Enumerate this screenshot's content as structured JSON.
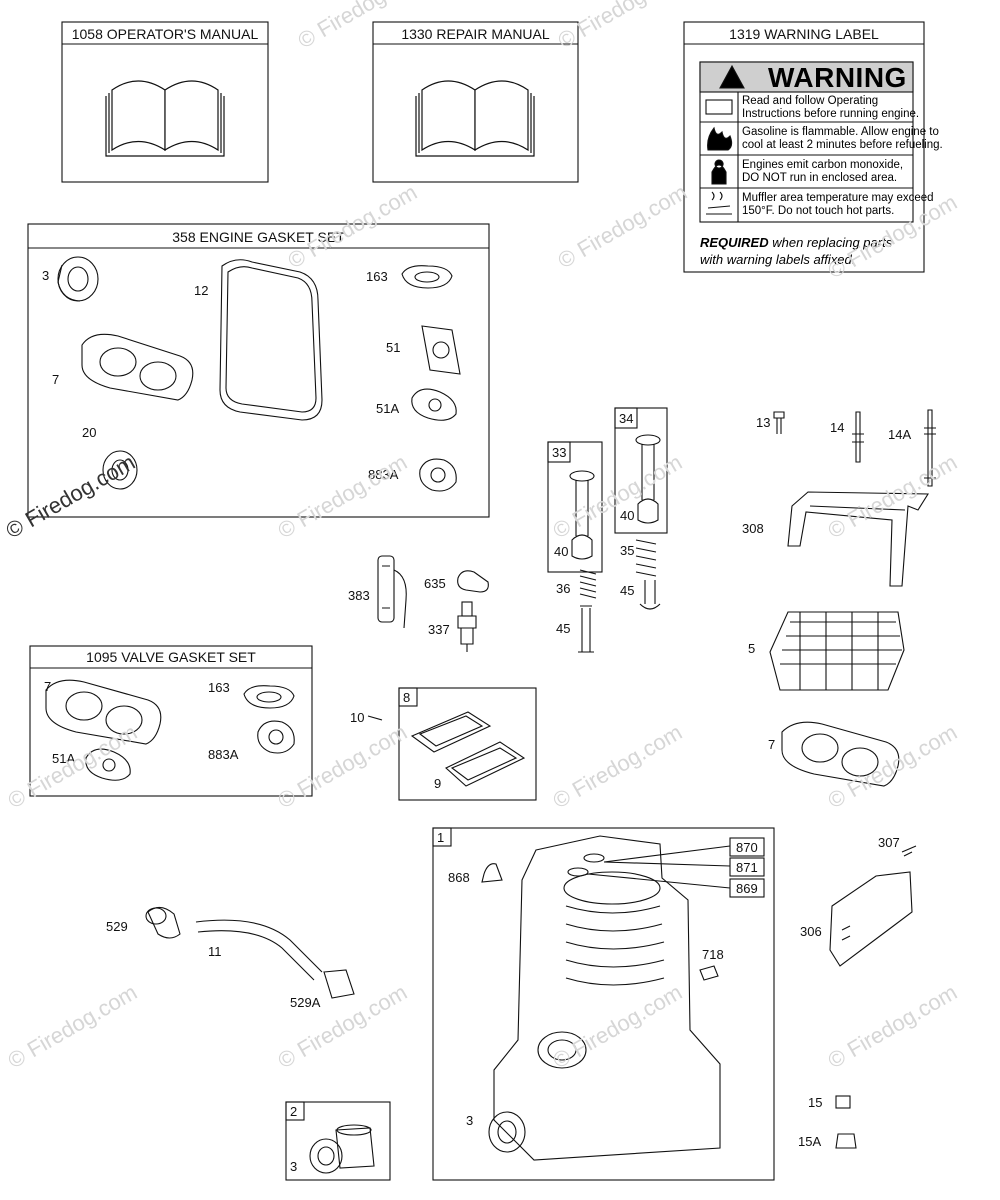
{
  "boxes": {
    "operators_manual": "1058 OPERATOR'S MANUAL",
    "repair_manual": "1330 REPAIR MANUAL",
    "warning_label": "1319 WARNING LABEL",
    "engine_gasket_set": "358 ENGINE GASKET SET",
    "valve_gasket_set": "1095 VALVE GASKET SET",
    "box_33": "33",
    "box_34": "34",
    "box_8": "8",
    "box_1": "1",
    "box_2": "2"
  },
  "warning": {
    "title": "WARNING",
    "line1a": "Read and follow Operating",
    "line1b": "Instructions before running engine.",
    "line2a": "Gasoline is flammable. Allow engine to",
    "line2b": "cool at least 2 minutes before refueling.",
    "line3a": "Engines emit carbon monoxide,",
    "line3b": "DO NOT run in enclosed area.",
    "line4a": "Muffler area temperature may exceed",
    "line4b": "150°F. Do not touch hot parts.",
    "required_bold": "REQUIRED",
    "required_rest": " when replacing parts",
    "required_line2": "with warning labels affixed."
  },
  "callouts": {
    "egs_3": "3",
    "egs_12": "12",
    "egs_163": "163",
    "egs_51": "51",
    "egs_7": "7",
    "egs_51a": "51A",
    "egs_20": "20",
    "egs_883a": "883A",
    "vgs_7": "7",
    "vgs_163": "163",
    "vgs_51a": "51A",
    "vgs_883a": "883A",
    "p383": "383",
    "p635": "635",
    "p337": "337",
    "p10": "10",
    "p9": "9",
    "p40a": "40",
    "p36": "36",
    "p45a": "45",
    "p40b": "40",
    "p35": "35",
    "p45b": "45",
    "p13": "13",
    "p14": "14",
    "p14a": "14A",
    "p308": "308",
    "p5": "5",
    "p7": "7",
    "p870": "870",
    "p871": "871",
    "p869": "869",
    "p868": "868",
    "p718": "718",
    "p3b": "3",
    "p307": "307",
    "p306": "306",
    "p15": "15",
    "p15a": "15A",
    "p529": "529",
    "p11": "11",
    "p529a": "529A",
    "p3c": "3"
  },
  "watermark": "© Firedog.com",
  "colors": {
    "ink": "#111111",
    "warning_band": "#cfcfcf",
    "watermark": "#d6d6d6"
  }
}
